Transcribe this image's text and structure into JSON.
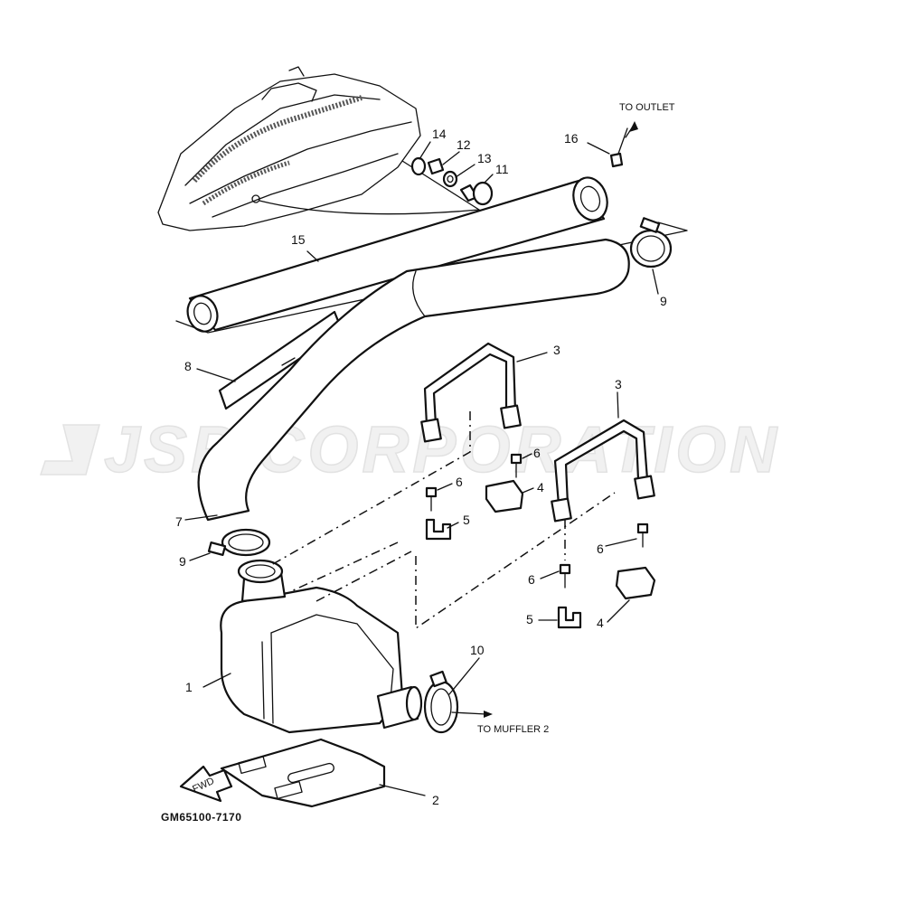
{
  "watermark": "JSP CORPORATION",
  "diagram_code": "GM65100-7170",
  "notes": {
    "to_outlet": "TO OUTLET",
    "to_muffler": "TO MUFFLER 2",
    "fwd": "FWD"
  },
  "callouts": [
    "1",
    "2",
    "3",
    "3",
    "4",
    "4",
    "5",
    "5",
    "6",
    "6",
    "6",
    "6",
    "7",
    "8",
    "9",
    "9",
    "10",
    "11",
    "12",
    "13",
    "14",
    "15",
    "16"
  ]
}
